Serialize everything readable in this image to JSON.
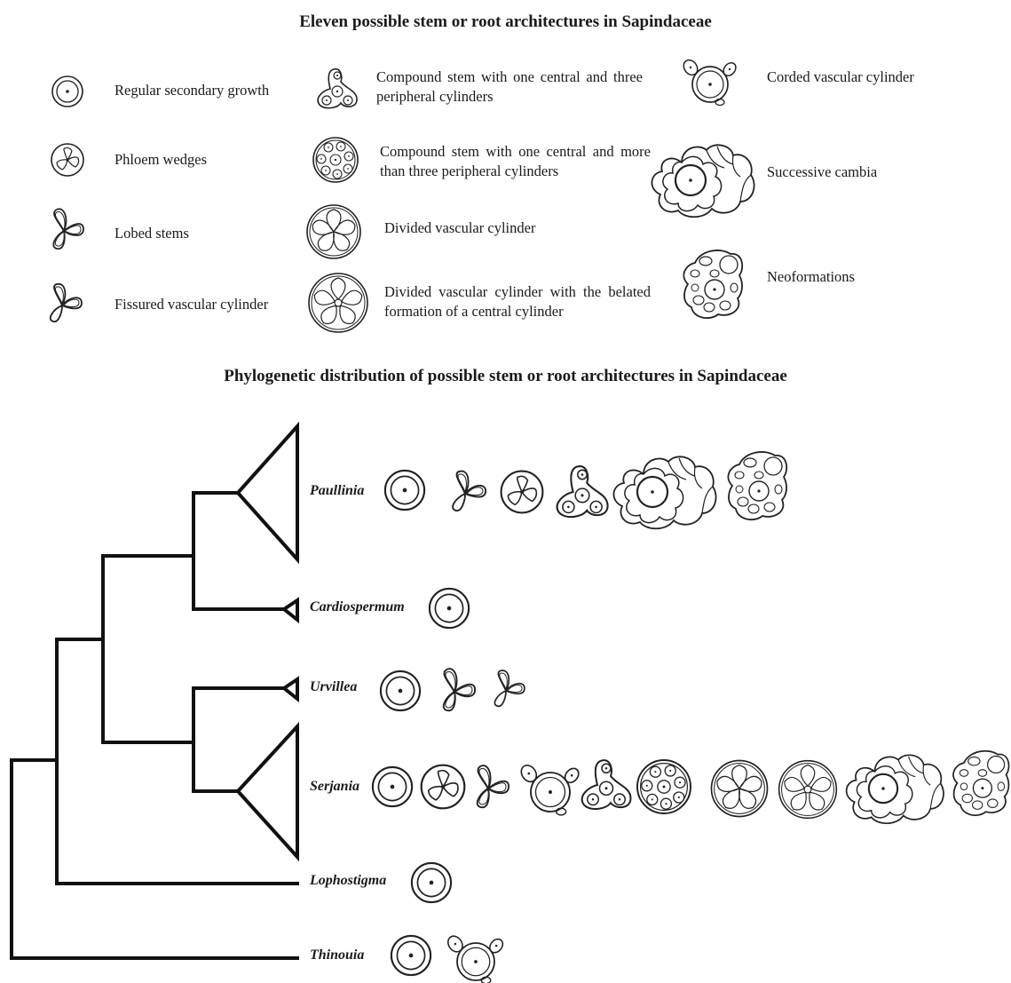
{
  "legend": {
    "title": "Eleven possible stem or root architectures in Sapindaceae",
    "items": {
      "regular": "Regular secondary growth",
      "phloem": "Phloem wedges",
      "lobed": "Lobed stems",
      "fissured": "Fissured vascular cylinder",
      "compound3": "Compound stem with one central and three peripheral cylinders",
      "compoundMany": "Compound stem with one central and more than three peripheral cylinders",
      "divided": "Divided vascular cylinder",
      "dividedCentral": "Divided vascular cylinder with the belated formation of a central cylinder",
      "corded": "Corded vascular cylinder",
      "successive": "Successive cambia",
      "neo": "Neoformations"
    }
  },
  "phylogeny": {
    "title": "Phylogenetic distribution of possible stem or root architectures in Sapindaceae",
    "taxa": [
      {
        "name": "Paullinia",
        "architectures": [
          "regular",
          "fissured",
          "phloem",
          "compound3",
          "successive",
          "neo"
        ]
      },
      {
        "name": "Cardiospermum",
        "architectures": [
          "regular"
        ]
      },
      {
        "name": "Urvillea",
        "architectures": [
          "regular",
          "lobed",
          "fissured"
        ]
      },
      {
        "name": "Serjania",
        "architectures": [
          "regular",
          "phloem",
          "lobed",
          "corded",
          "compound3",
          "compoundMany",
          "divided",
          "dividedCentral",
          "successive",
          "neo"
        ]
      },
      {
        "name": "Lophostigma",
        "architectures": [
          "regular"
        ]
      },
      {
        "name": "Thinouia",
        "architectures": [
          "regular",
          "corded"
        ]
      }
    ]
  }
}
